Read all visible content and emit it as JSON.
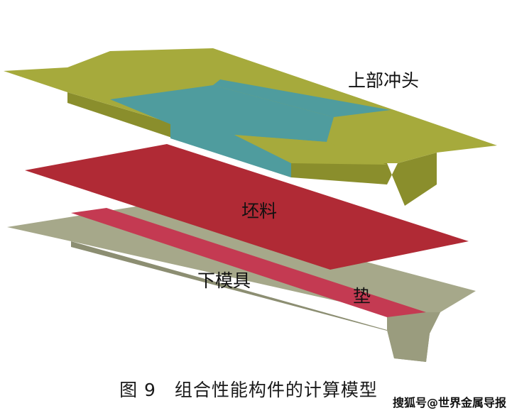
{
  "colors": {
    "punch": "#a6aa3c",
    "punch_dark": "#8a8e2c",
    "punch_insert": "#4f9c9e",
    "blank": "#b02a35",
    "die": "#a6a88a",
    "die_dark": "#8c8e72",
    "pad": "#c43a52"
  },
  "labels": {
    "upper_punch": "上部冲头",
    "blank": "坯料",
    "lower_die": "下模具",
    "pad": "垫"
  },
  "caption": "图 9　组合性能构件的计算模型",
  "watermark": "搜狐号@世界金属导报"
}
